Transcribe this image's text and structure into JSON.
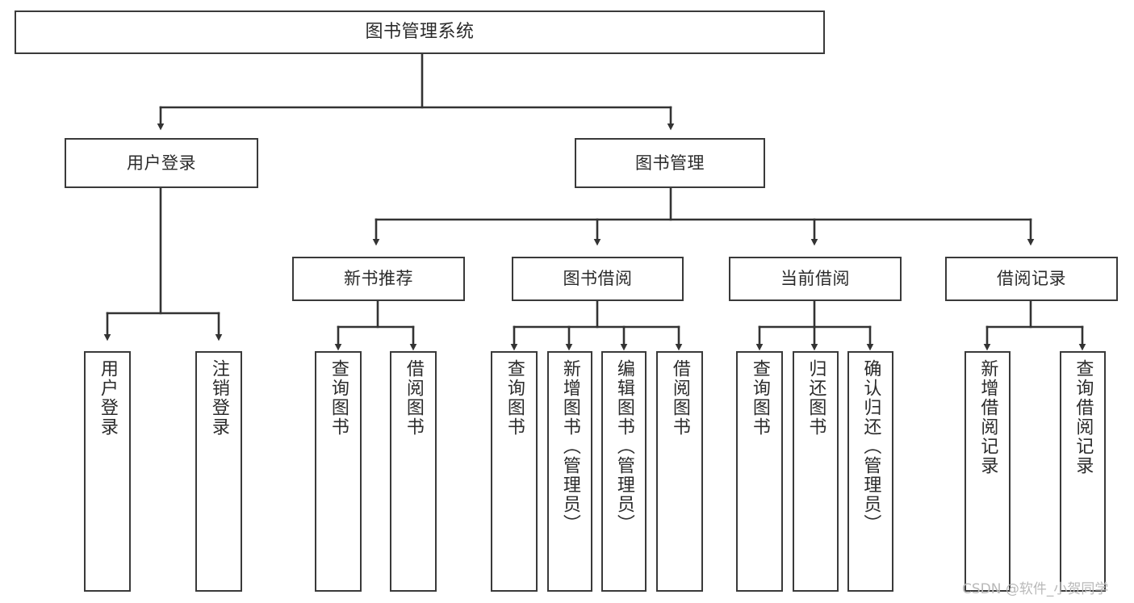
{
  "diagram": {
    "type": "tree-hierarchy",
    "title": "图书管理系统",
    "orientation": "top-down",
    "line_color": "#333333",
    "box_border_color": "#3a3a3a",
    "box_fill_color": "#ffffff",
    "text_color": "#2b2b2b"
  },
  "nodes": {
    "root": {
      "label": "图书管理系统"
    },
    "level2": [
      {
        "label": "用户登录"
      },
      {
        "label": "图书管理"
      }
    ],
    "level3": [
      {
        "label": "新书推荐"
      },
      {
        "label": "图书借阅"
      },
      {
        "label": "当前借阅"
      },
      {
        "label": "借阅记录"
      }
    ],
    "leaves": {
      "user_login": [
        {
          "label": "用户登录"
        },
        {
          "label": "注销登录"
        }
      ],
      "new_book_recommend": [
        {
          "label": "查询图书"
        },
        {
          "label": "借阅图书"
        }
      ],
      "book_borrow": [
        {
          "label": "查询图书"
        },
        {
          "label": "新增图书（管理员）"
        },
        {
          "label": "编辑图书（管理员）"
        },
        {
          "label": "借阅图书"
        }
      ],
      "current_borrow": [
        {
          "label": "查询图书"
        },
        {
          "label": "归还图书"
        },
        {
          "label": "确认归还（管理员）"
        }
      ],
      "borrow_record": [
        {
          "label": "新增借阅记录"
        },
        {
          "label": "查询借阅记录"
        }
      ]
    }
  },
  "watermark": {
    "text": "CSDN @软件_小贺同学",
    "color": "#b9b9b9"
  }
}
